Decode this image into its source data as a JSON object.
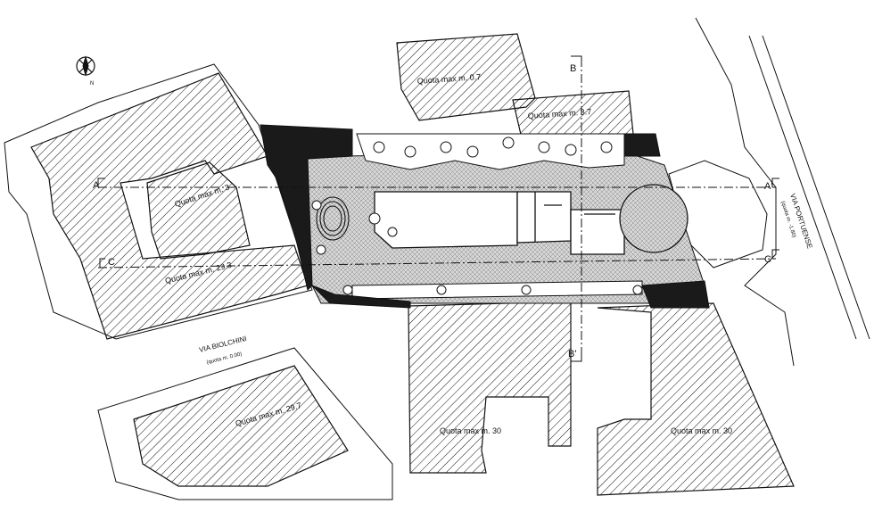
{
  "labels": {
    "quota_07": "Quota max m. 0.7",
    "quota_37": "Quota max m. 3.7",
    "quota_3": "Quota max m. 3",
    "quota_293": "Quota max m. 29.3",
    "quota_297": "Quota max m. 29.7",
    "quota_30_left": "Quota max m. 30",
    "quota_30_right": "Quota max m. 30",
    "via_biolchini": "VIA BIOLCHINI",
    "via_biolchini_quota": "(quota m. 0.00)",
    "via_portuense": "VIA PORTUENSE",
    "via_portuense_quota": "(quota m. -1.80)"
  },
  "sections": {
    "a_left": "A",
    "a_right": "A'",
    "b_top": "B",
    "b_bottom": "B'",
    "c_left": "C",
    "c_right": "C'"
  },
  "compass": {
    "north": "N"
  },
  "colors": {
    "ink": "#111111",
    "paving": "#c8c8c8",
    "paper": "#ffffff"
  }
}
